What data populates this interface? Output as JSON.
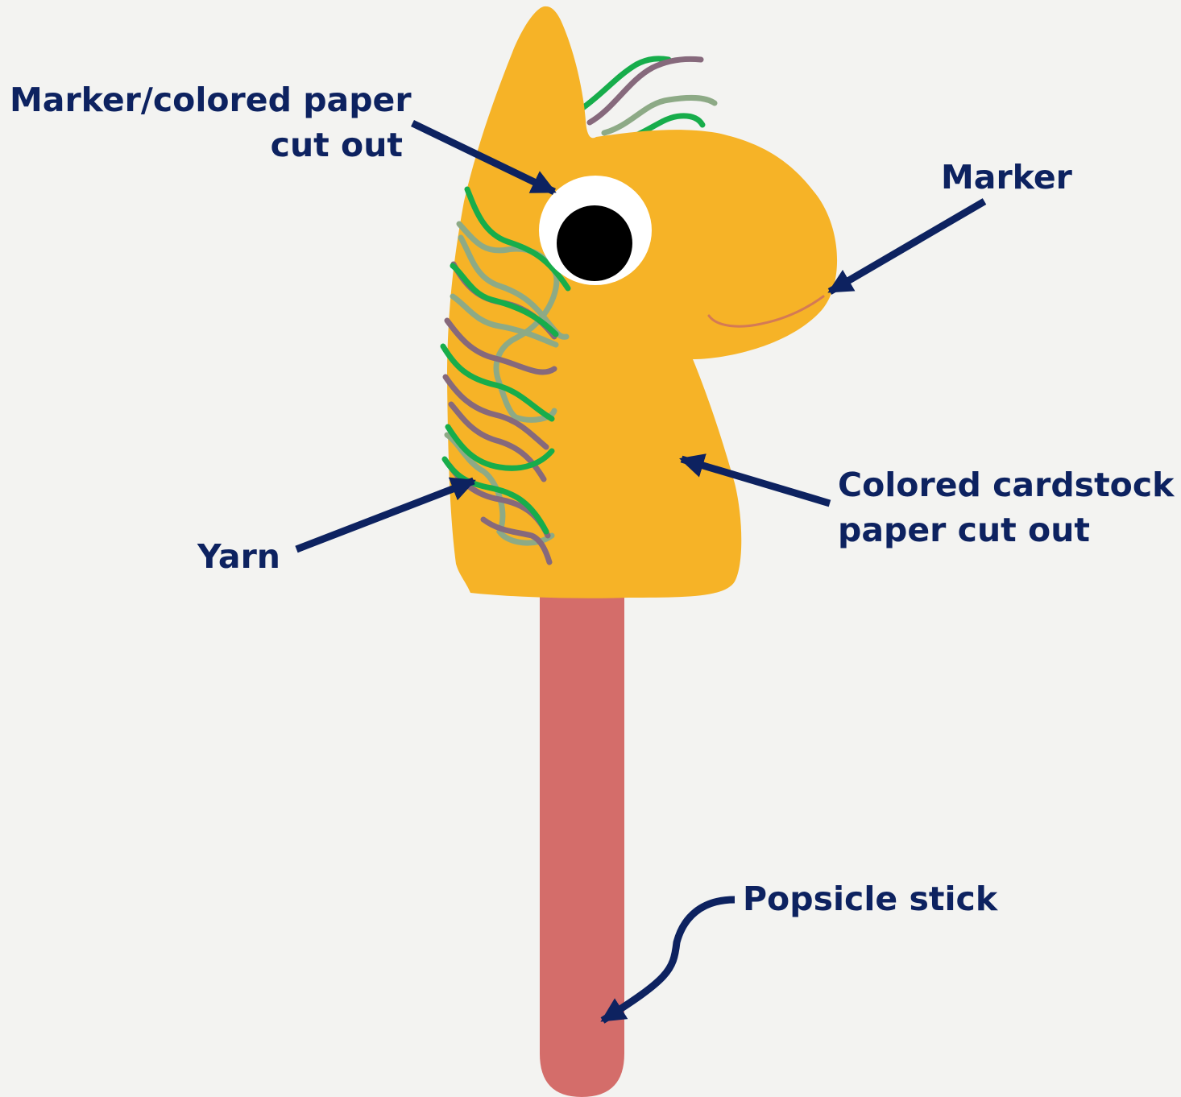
{
  "labels": {
    "eye": {
      "line1": "Marker/colored paper",
      "line2": "cut out"
    },
    "mouth": "Marker",
    "head": {
      "line1": "Colored cardstock",
      "line2": "paper cut out"
    },
    "mane": "Yarn",
    "stick": "Popsicle stick"
  },
  "colors": {
    "background": "#f3f3f1",
    "head": "#f6b327",
    "stick": "#d46d6a",
    "arrow": "#0d2260",
    "yarn_green": "#17ad4b",
    "yarn_purple": "#86697c",
    "yarn_sage": "#8daa86",
    "mouth_line": "#d47a55"
  }
}
